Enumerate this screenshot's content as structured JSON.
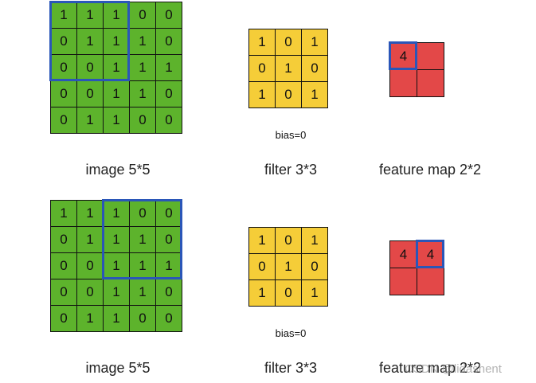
{
  "steps": [
    {
      "image": {
        "caption": "image 5*5",
        "cells": [
          [
            "1",
            "1",
            "1",
            "0",
            "0"
          ],
          [
            "0",
            "1",
            "1",
            "1",
            "0"
          ],
          [
            "0",
            "0",
            "1",
            "1",
            "1"
          ],
          [
            "0",
            "0",
            "1",
            "1",
            "0"
          ],
          [
            "0",
            "1",
            "1",
            "0",
            "0"
          ]
        ],
        "window": {
          "row": 0,
          "col": 0,
          "size": 3
        }
      },
      "filter": {
        "caption": "filter 3*3",
        "bias": "bias=0",
        "cells": [
          [
            "1",
            "0",
            "1"
          ],
          [
            "0",
            "1",
            "0"
          ],
          [
            "1",
            "0",
            "1"
          ]
        ]
      },
      "feature_map": {
        "caption": "feature map 2*2",
        "cells": [
          [
            "4",
            ""
          ],
          [
            "",
            ""
          ]
        ],
        "highlight": {
          "row": 0,
          "col": 0
        }
      }
    },
    {
      "image": {
        "caption": "image 5*5",
        "cells": [
          [
            "1",
            "1",
            "1",
            "0",
            "0"
          ],
          [
            "0",
            "1",
            "1",
            "1",
            "0"
          ],
          [
            "0",
            "0",
            "1",
            "1",
            "1"
          ],
          [
            "0",
            "0",
            "1",
            "1",
            "0"
          ],
          [
            "0",
            "1",
            "1",
            "0",
            "0"
          ]
        ],
        "window": {
          "row": 0,
          "col": 2,
          "size": 3
        }
      },
      "filter": {
        "caption": "filter 3*3",
        "bias": "bias=0",
        "cells": [
          [
            "1",
            "0",
            "1"
          ],
          [
            "0",
            "1",
            "0"
          ],
          [
            "1",
            "0",
            "1"
          ]
        ]
      },
      "feature_map": {
        "caption": "feature map 2*2",
        "cells": [
          [
            "4",
            "4"
          ],
          [
            "",
            ""
          ]
        ],
        "highlight": {
          "row": 0,
          "col": 1
        }
      }
    }
  ],
  "watermark": "CSDN @lidashent",
  "colors": {
    "image": "#5db32c",
    "filter": "#f5cd38",
    "feature_map": "#e34848",
    "highlight": "#2a56b8"
  }
}
